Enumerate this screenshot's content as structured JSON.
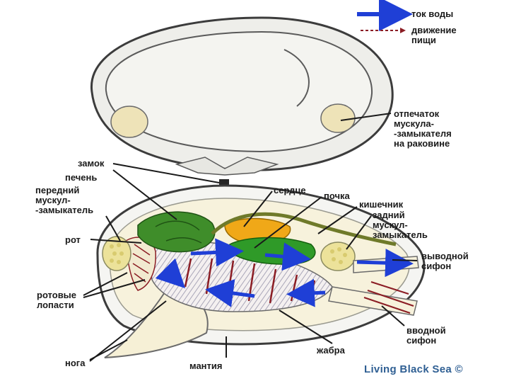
{
  "legend": {
    "water_flow": "ток воды",
    "food_movement": "движение\nпищи",
    "water_color": "#1f3fd6",
    "food_color": "#8a1420"
  },
  "labels": {
    "muscle_scar": "отпечаток\nмускула-\n-замыкателя\nна раковине",
    "hinge": "замок",
    "liver": "печень",
    "anterior_adductor": "передний\nмускул-\n-замыкатель",
    "heart": "сердце",
    "kidney": "почка",
    "intestine": "кишечник",
    "posterior_adductor": "задний\nмускул-\nзамыкатель",
    "mouth": "рот",
    "exhalant_siphon": "выводной\nсифон",
    "labial_palps": "ротовые\nлопасти",
    "inhalant_siphon": "вводной\nсифон",
    "foot": "нога",
    "mantle": "мантия",
    "gill": "жабра"
  },
  "credit": "Living Black Sea ©",
  "colors": {
    "shell_fill": "#efefe9",
    "shell_stroke": "#4a4a4a",
    "body_fill": "#f7f2dc",
    "liver": "#3f8d2a",
    "heart": "#f0a818",
    "kidney": "#2f9a28",
    "adductor": "#ece29a",
    "gill_lines": "#8b1d24",
    "credit": "#2f5f93"
  }
}
